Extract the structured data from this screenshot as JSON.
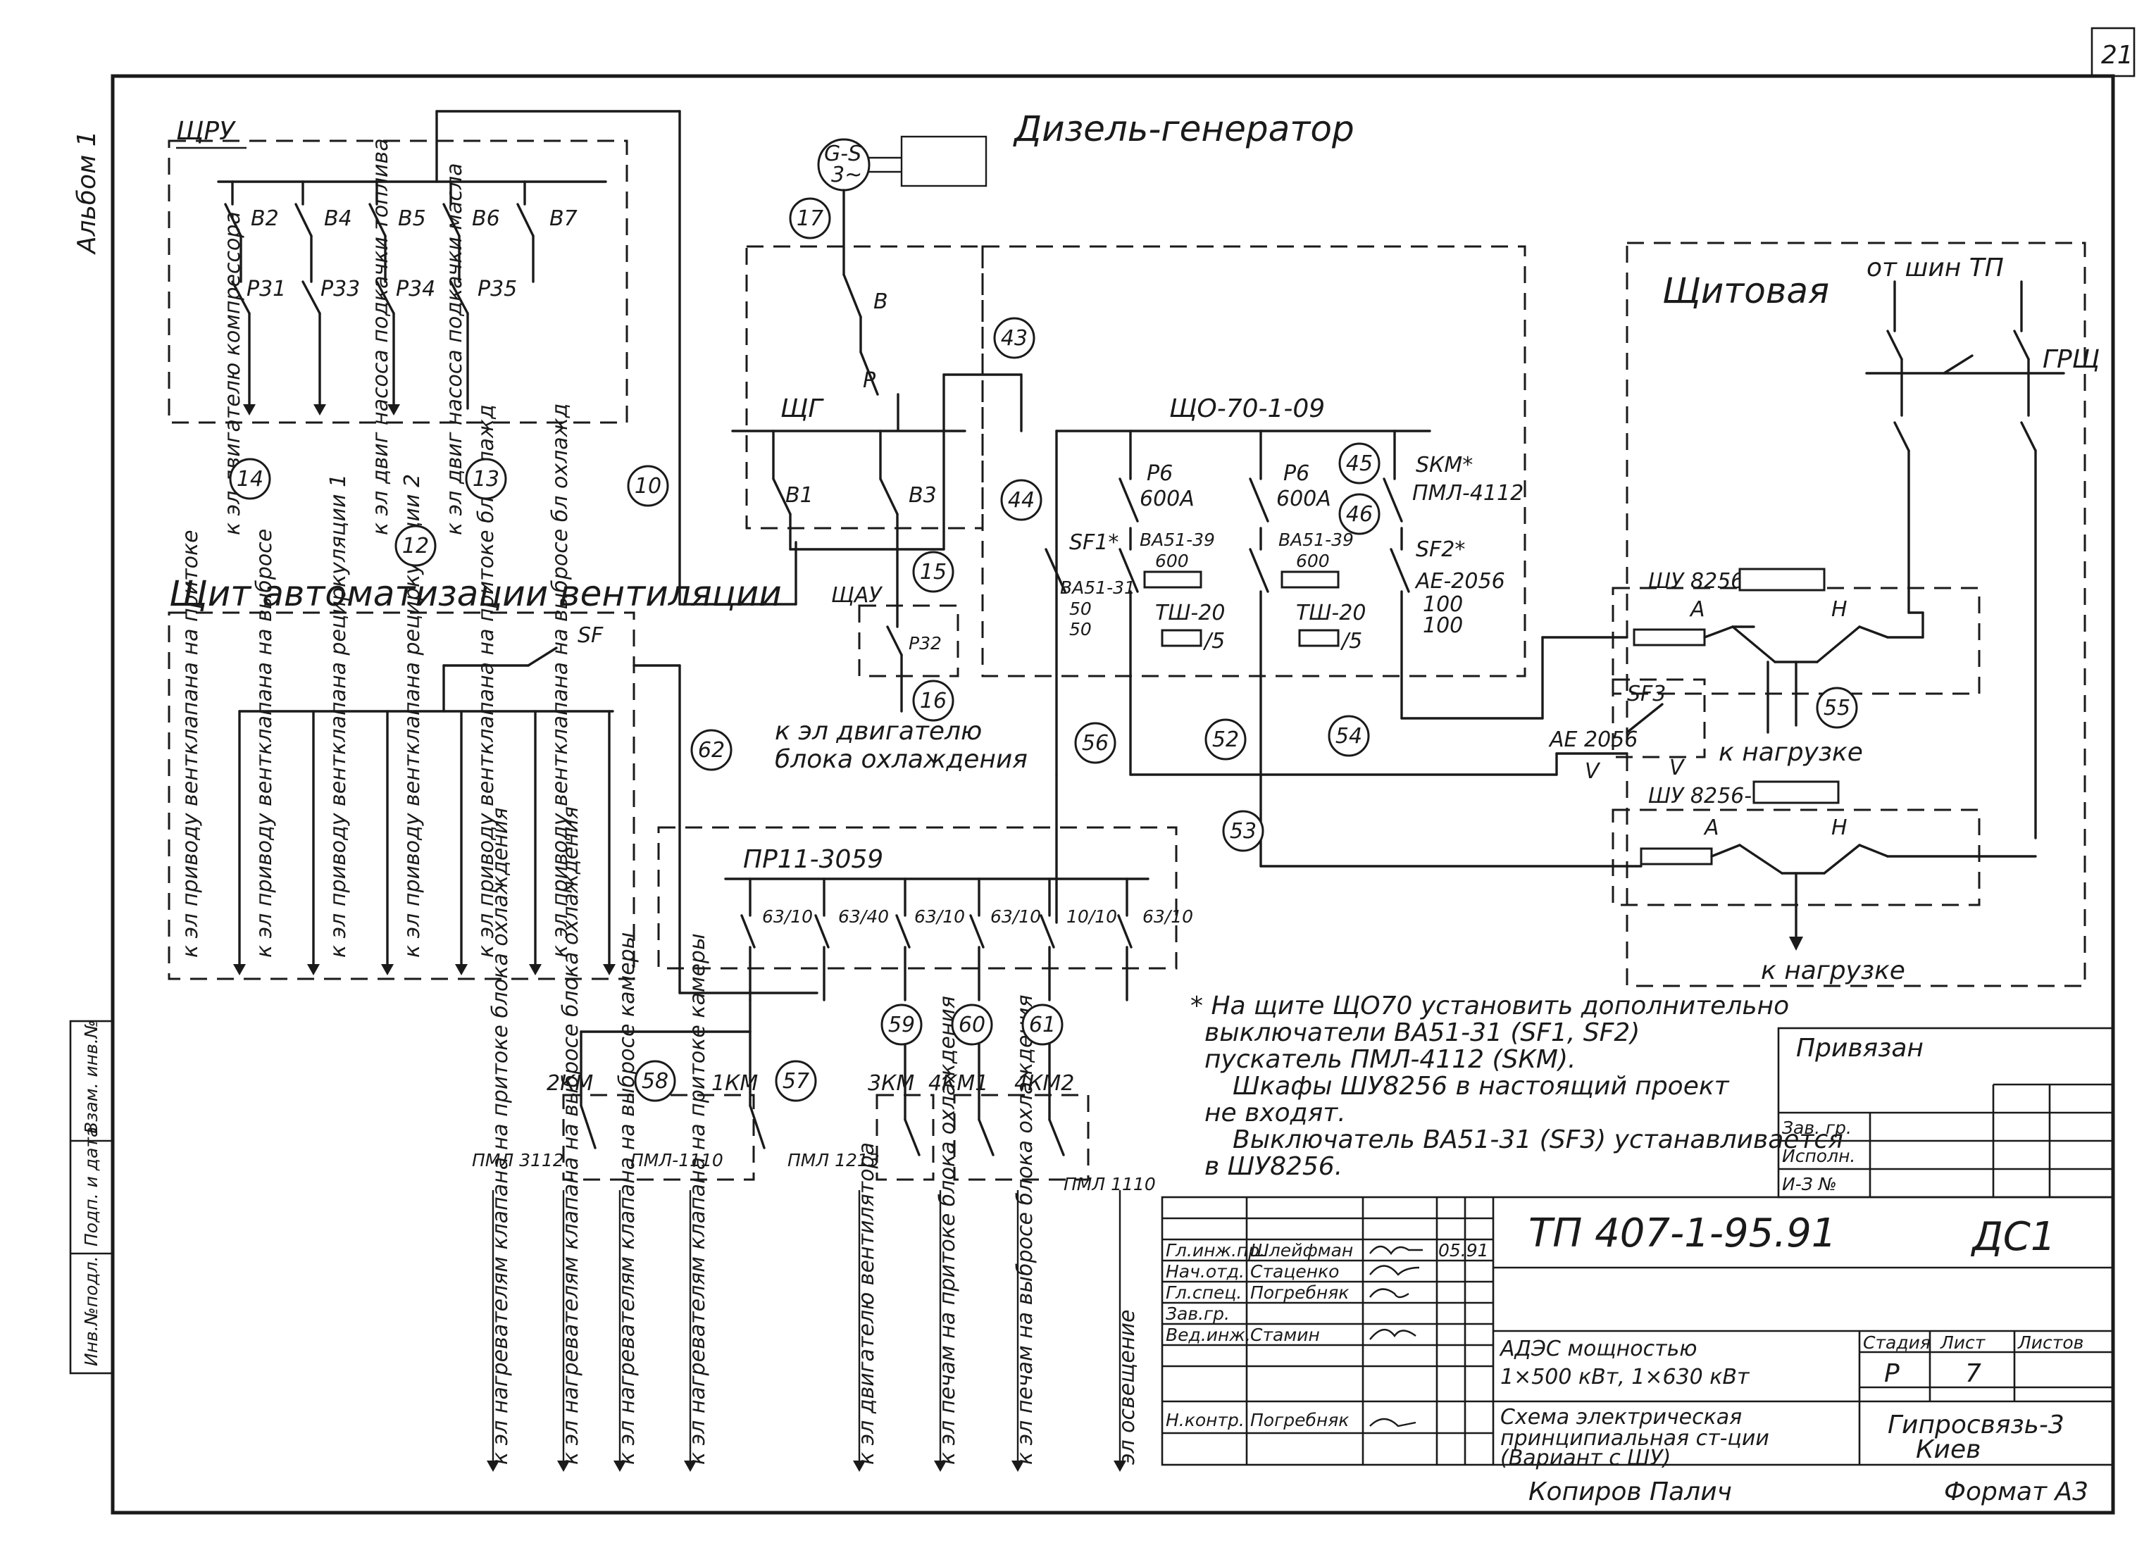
{
  "sheet": {
    "page_number": "21",
    "album": "Альбом 1",
    "copied_by": "Копиров Палич",
    "format": "Формат А3"
  },
  "panels": {
    "shru": "ЩРУ",
    "shru_breakers": [
      "В2",
      "В4",
      "В5",
      "В6",
      "В7"
    ],
    "shru_relays": [
      "Р31",
      "Р33",
      "Р34",
      "Р35"
    ],
    "shru_outputs": [
      "к эл двигателю компрессора",
      "к эл двиг насоса подкачки топлива",
      "к эл двиг насоса подкачки масла"
    ],
    "diesel": "Дизель-генератор",
    "generator": "G-S",
    "generator_sub": "3~",
    "shg": "ЩГ",
    "shg_switch_b": "В",
    "shg_switch_p": "Р",
    "shg_breakers": [
      "В1",
      "В3"
    ],
    "shao": "ЩО-70-1-09",
    "shau": "ЩАУ",
    "shau_relay": "Р32",
    "shau_output": "к эл двигателю блока охлаждения",
    "vent_panel": "Щит автоматизации вентиляции",
    "vent_sf": "SF",
    "vent_outputs": [
      "к эл приводу вентклапана на притоке",
      "к эл приводу вентклапана на выбросе",
      "к эл приводу вентклапана рециркуляции 1",
      "к эл приводу вентклапана рециркуляции 2",
      "к эл приводу вентклапана на притоке бл охлажд",
      "к эл приводу вентклапана на выбросе бл охлажд"
    ],
    "switchroom": "Щитовая",
    "from_tp": "от шин ТП",
    "grsh": "ГРЩ",
    "shu1": "ШУ 8256-",
    "shu2": "ШУ 8256-",
    "contact_a": "А",
    "contact_n": "Н",
    "to_load": "к нагрузке",
    "sf3": "SF3",
    "ae2056": "АЕ 2056",
    "v_mark": "V",
    "prn": "ПР11-3059",
    "prn_fuses": [
      "63/10",
      "63/40",
      "63/10",
      "63/10",
      "10/10",
      "63/10"
    ]
  },
  "shao_items": {
    "sf1": "SF1*",
    "ba_31": "ВА51-31",
    "ba_31_rating": "50",
    "ba_31_rating2": "50",
    "p6a": "Р6",
    "p6a_rating": "600А",
    "ba39a": "ВА51-39",
    "ba39a_rating": "600",
    "tsh_a": "ТШ-20",
    "tsh_a_ratio": "/5",
    "p6b": "Р6",
    "p6b_rating": "600А",
    "ba39b": "ВА51-39",
    "ba39b_rating": "600",
    "tsh_b": "ТШ-20",
    "tsh_b_ratio": "/5",
    "skm": "SКМ*",
    "pml": "ПМЛ-4112",
    "sf2": "SF2*",
    "ae2056": "АЕ-2056",
    "ae_rating1": "100",
    "ae_rating2": "100"
  },
  "contactors": {
    "labels": [
      "2КМ",
      "1КМ",
      "3КМ",
      "4КМ1",
      "4КМ2"
    ],
    "types": [
      "ПМЛ 3112",
      "ПМЛ-1110",
      "ПМЛ 1213",
      "ПМЛ 1110"
    ],
    "outputs": [
      "к эл нагревателям клапана на притоке блока охлаждения",
      "к эл нагревателям клапана на выбросе блока охлаждения",
      "к эл нагревателям клапана на выбросе камеры",
      "к эл нагревателям клапана на притоке камеры",
      "к эл двигателю вентилятора",
      "к эл печам на притоке блока охлаждения",
      "к эл печам на выбросе блока охлаждения",
      "эл освещение"
    ]
  },
  "cable_numbers": [
    "14",
    "12",
    "13",
    "10",
    "17",
    "43",
    "15",
    "16",
    "44",
    "45",
    "46",
    "62",
    "56",
    "52",
    "54",
    "55",
    "53",
    "59",
    "60",
    "61",
    "58",
    "57"
  ],
  "notes": [
    "* На щите ЩО70 установить дополнительно",
    "выключатели ВА51-31 (SF1, SF2)",
    "пускатель ПМЛ-4112 (SКМ).",
    "Шкафы ШУ8256 в настоящий проект",
    "не входят.",
    "Выключатель ВА51-31 (SF3) устанавливается",
    "в ШУ8256."
  ],
  "binding": {
    "title": "Привязан",
    "rows": [
      "Зав. гр.",
      "Исполн.",
      "И-З №"
    ]
  },
  "stamp": {
    "code": "ТП 407-1-95.91",
    "doc": "ДС1",
    "roles": [
      "Гл.инж.пр.",
      "Нач.отд.",
      "Гл.спец.",
      "Зав.гр.",
      "Вед.инж.",
      "Н.контр."
    ],
    "names": [
      "Шлейфман",
      "Стаценко",
      "Погребняк",
      "",
      "Стамин",
      "Погребняк"
    ],
    "date": "05.91",
    "project_title": "АДЭС мощностью 1×500 кВт, 1×630 кВт",
    "sheet_title": "Схема электрическая принципиальная ст-ции (Вариант с ШУ)",
    "stage_h": "Стадия",
    "sheet_h": "Лист",
    "sheets_h": "Листов",
    "stage": "Р",
    "sheet": "7",
    "org": "Гипросвязь-3 Киев"
  },
  "side_strip": [
    "Инв.№подл.",
    "Подп. и дата",
    "Взам. инв.№"
  ]
}
